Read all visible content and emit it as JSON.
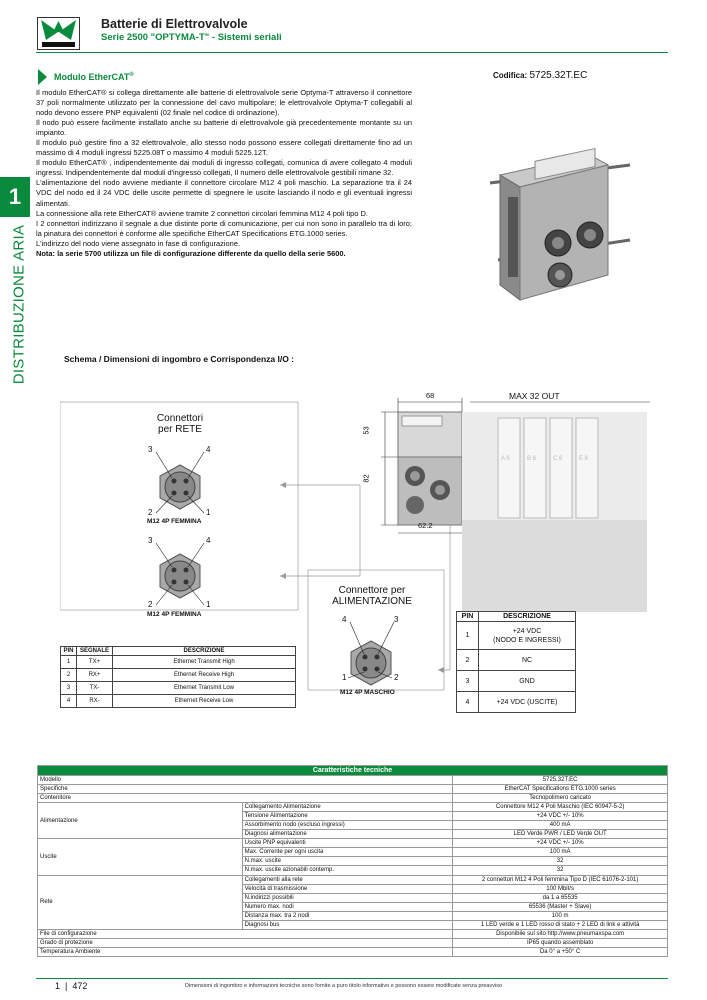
{
  "header": {
    "brand_logo": "PNEUMAX",
    "title": "Batterie di Elettrovalvole",
    "subtitle": "Serie 2500 \"OPTYMA-T\" - Sistemi seriali"
  },
  "side": {
    "chapter_number": "1",
    "chapter_label": "DISTRIBUZIONE ARIA"
  },
  "module": {
    "title": "Modulo EtherCAT",
    "title_sup": "®",
    "codifica_label": "Codifica:",
    "codifica_value": "5725.32T.EC",
    "paragraphs": [
      "Il modulo EtherCAT® si collega direttamente alle batterie di elettrovalvole serie Optyma-T attraverso il connettore 37 poli normalmente utilizzato per la connessione del cavo multipolare; le elettrovalvole Optyma-T collegabili al nodo devono essere PNP equivalenti (02 finale nel codice di ordinazione).",
      " Il nodo può essere facilmente installato anche su batterie di elettrovalvole già precedentemente montante su un impianto.",
      "Il modulo può gestire fino a 32 elettrovalvole, allo stesso nodo possono essere collegati direttamente fino ad un massimo di 4 moduli ingressi 5225.08T o massimo 4 moduli 5225.12T.",
      "Il modulo EtherCAT® , indipendentemente dai moduli di ingresso collegati, comunica di avere collegato 4 moduli ingressi. Indipendentemente dal moduli d'ingresso collegati, Il numero delle elettrovalvole gestibili rimane 32.",
      "L'alimentazione del nodo avviene mediante il connettore circolare M12 4 poli maschio. La separazione tra il 24 VDC del nodo ed il 24 VDC delle uscite permette di spegnere le uscite lasciando il nodo e gli eventuali ingressi alimentati.",
      "La connessione alla rete EtherCAT® avviene tramite 2 connettori circolari femmina M12 4 poli tipo D.",
      "I 2 connettori indirizzano il segnale a due distinte porte di comunicazione, per cui non sono in parallelo tra di loro; la pinatura dei connettori è conforme alle specifiche EtherCAT Specifications ETG.1000 series.",
      "L'indirizzo del nodo viene assegnato in fase di configurazione."
    ],
    "note": "Nota: la serie 5700 utilizza un file di configurazione differente da quello della serie 5600."
  },
  "schema": {
    "title": "Schema / Dimensioni di ingombro e Corrispondenza I/O :",
    "dim_68": "68",
    "dim_max": "MAX 32 OUT",
    "dim_53": "53",
    "dim_82": "82",
    "dim_622": "62.2",
    "rete_label": "Connettori\nper RETE",
    "rete_conn1_label": "M12 4P FEMMINA",
    "rete_conn2_label": "M12 4P FEMMINA",
    "alim_label": "Connettore per\nALIMENTAZIONE",
    "alim_conn_label": "M12 4P MASCHIO",
    "pins": {
      "p1": "1",
      "p2": "2",
      "p3": "3",
      "p4": "4"
    },
    "valve_labels": [
      "A 6",
      "B 6",
      "C 6",
      "E 6"
    ]
  },
  "signal_table": {
    "headers": [
      "PIN",
      "SEGNALE",
      "DESCRIZIONE"
    ],
    "rows": [
      [
        "1",
        "TX+",
        "Ethernet Transmit High"
      ],
      [
        "2",
        "RX+",
        "Ethernet Receive High"
      ],
      [
        "3",
        "TX-",
        "Ethernet Transmit Low"
      ],
      [
        "4",
        "RX-",
        "Ethernet Receive Low"
      ]
    ]
  },
  "power_table": {
    "headers": [
      "PIN",
      "DESCRIZIONE"
    ],
    "rows": [
      [
        "1",
        "+24 VDC\n(NODO E INGRESSI)"
      ],
      [
        "2",
        "NC"
      ],
      [
        "3",
        "GND"
      ],
      [
        "4",
        "+24 VDC (USCITE)"
      ]
    ]
  },
  "specs": {
    "title": "Caratteristiche tecniche",
    "modello": [
      "Modello",
      "5725.32T.EC"
    ],
    "specifiche": [
      "Specifiche",
      "EtherCAT Specifications ETG.1000 series"
    ],
    "contenitore": [
      "Contenitore",
      "Tecnopolimero caricato"
    ],
    "alimentazione": {
      "group": "Alimentazione",
      "rows": [
        [
          "Collegamento Alimentazione",
          "Connettore M12 4 Poli Maschio (IEC 60947-5-2)"
        ],
        [
          "Tensione Alimentazione",
          "+24 VDC +/- 10%"
        ],
        [
          "Assorbimento nodo (escluso ingressi)",
          "400 mA"
        ],
        [
          "Diagnosi alimentazione",
          "LED Verde PWR / LED Verde OUT"
        ]
      ]
    },
    "uscite": {
      "group": "Uscite",
      "rows": [
        [
          "Uscite PNP equivalenti",
          "+24 VDC +/- 10%"
        ],
        [
          "Max. Corrente per ogni uscita",
          "100 mA"
        ],
        [
          "N.max. uscite",
          "32"
        ],
        [
          "N.max. uscite azionabili contemp.",
          "32"
        ]
      ]
    },
    "rete": {
      "group": "Rete",
      "rows": [
        [
          "Collegamenti alla rete",
          "2 connettori M12 4 Poli femmina Tipo D (IEC 61076-2-101)"
        ],
        [
          "Velocità di trasmissione",
          "100 Mbit/s"
        ],
        [
          "N.indirizzi possibili",
          "da 1 a 65535"
        ],
        [
          "Numero max. nodi",
          "65536 (Master + Slave)"
        ],
        [
          "Distanza max. tra 2 nodi",
          "100 m"
        ],
        [
          "Diagnosi bus",
          "1 LED verde e 1 LED rosso di stato + 2 LED di link e attività"
        ]
      ]
    },
    "file": [
      "File di configurazione",
      "Disponibile sul sito http://www.pneumaxspa.com"
    ],
    "protezione": [
      "Grado di protezione",
      "IP65 quando assemblato"
    ],
    "temperatura": [
      "Temperatura Ambiente",
      "Da 0° a +50° C"
    ]
  },
  "footer": {
    "chapter": "1",
    "page": "472",
    "note": "Dimensioni di ingombro e informazioni tecniche sono fornite a puro titolo informativo e possono essere modificate senza preavviso"
  },
  "colors": {
    "accent": "#0a8a3c"
  }
}
